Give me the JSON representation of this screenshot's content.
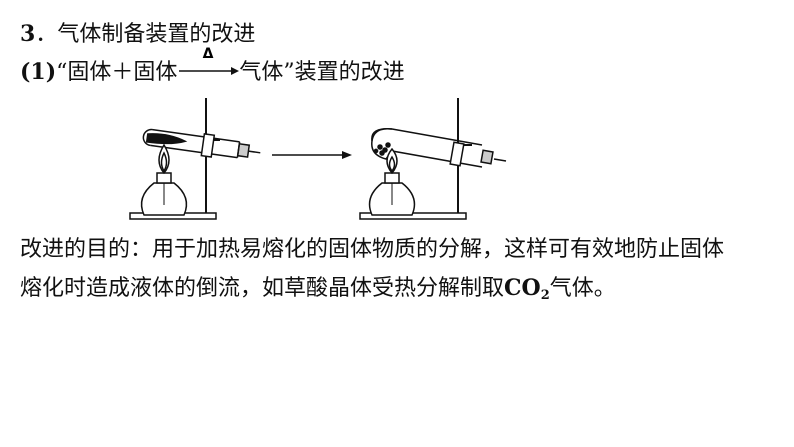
{
  "heading": {
    "number": "3",
    "sep": "．",
    "title": "气体制备装置的改进"
  },
  "subheading": {
    "number": "(1)",
    "quote_open": "“",
    "left_text": "固体＋固体",
    "condition": "Δ",
    "right_text": "气体",
    "quote_close": "”",
    "tail": "装置的改进"
  },
  "purpose": {
    "line1": "改进的目的：用于加热易熔化的固体物质的分解，这样可有效地防止固体",
    "line2_pre": "熔化时造成液体的倒流，如草酸晶体受热分解制取",
    "formula_main": "CO",
    "formula_sub": "2",
    "line2_post": "气体。"
  },
  "figure": {
    "left_caption": "",
    "right_caption": ""
  }
}
